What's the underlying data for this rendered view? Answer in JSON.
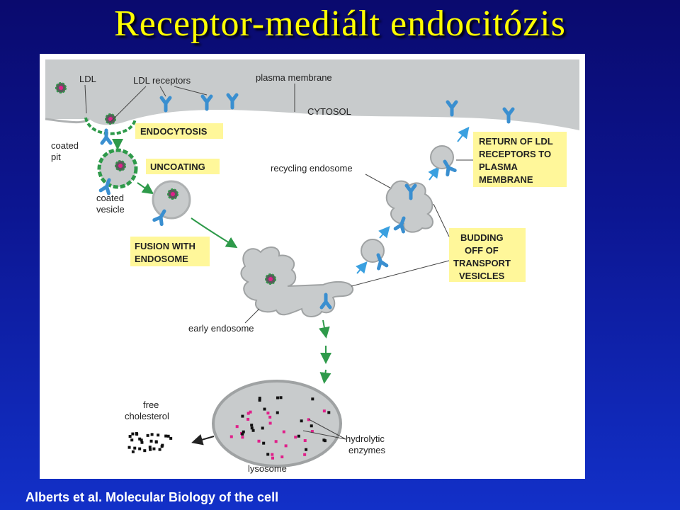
{
  "slide": {
    "title": "Receptor-mediált endocitózis",
    "citation": "Alberts et al. Molecular Biology of the cell"
  },
  "figure": {
    "labels": {
      "ldl": "LDL",
      "ldl_receptors": "LDL receptors",
      "plasma_membrane": "plasma membrane",
      "cytosol": "CYTOSOL",
      "coated_pit_1": "coated",
      "coated_pit_2": "pit",
      "coated_vesicle_1": "coated",
      "coated_vesicle_2": "vesicle",
      "recycling_endosome": "recycling endosome",
      "early_endosome": "early endosome",
      "free_cholesterol_1": "free",
      "free_cholesterol_2": "cholesterol",
      "hydrolytic_enzymes_1": "hydrolytic",
      "hydrolytic_enzymes_2": "enzymes",
      "lysosome": "lysosome"
    },
    "boxes": {
      "endocytosis": "ENDOCYTOSIS",
      "uncoating": "UNCOATING",
      "fusion_1": "FUSION WITH",
      "fusion_2": "ENDOSOME",
      "return_1": "RETURN OF LDL",
      "return_2": "RECEPTORS TO",
      "return_3": "PLASMA",
      "return_4": "MEMBRANE",
      "budding_1": "BUDDING",
      "budding_2": "OFF OF",
      "budding_3": "TRANSPORT",
      "budding_4": "VESICLES"
    },
    "colors": {
      "receptor": "#3a8fd0",
      "membrane": "#c8cbcc",
      "box": "#fff79a",
      "arrow_green": "#2e9a4a",
      "arrow_blue": "#3aa0e0",
      "enzyme": "#e0208a"
    }
  }
}
